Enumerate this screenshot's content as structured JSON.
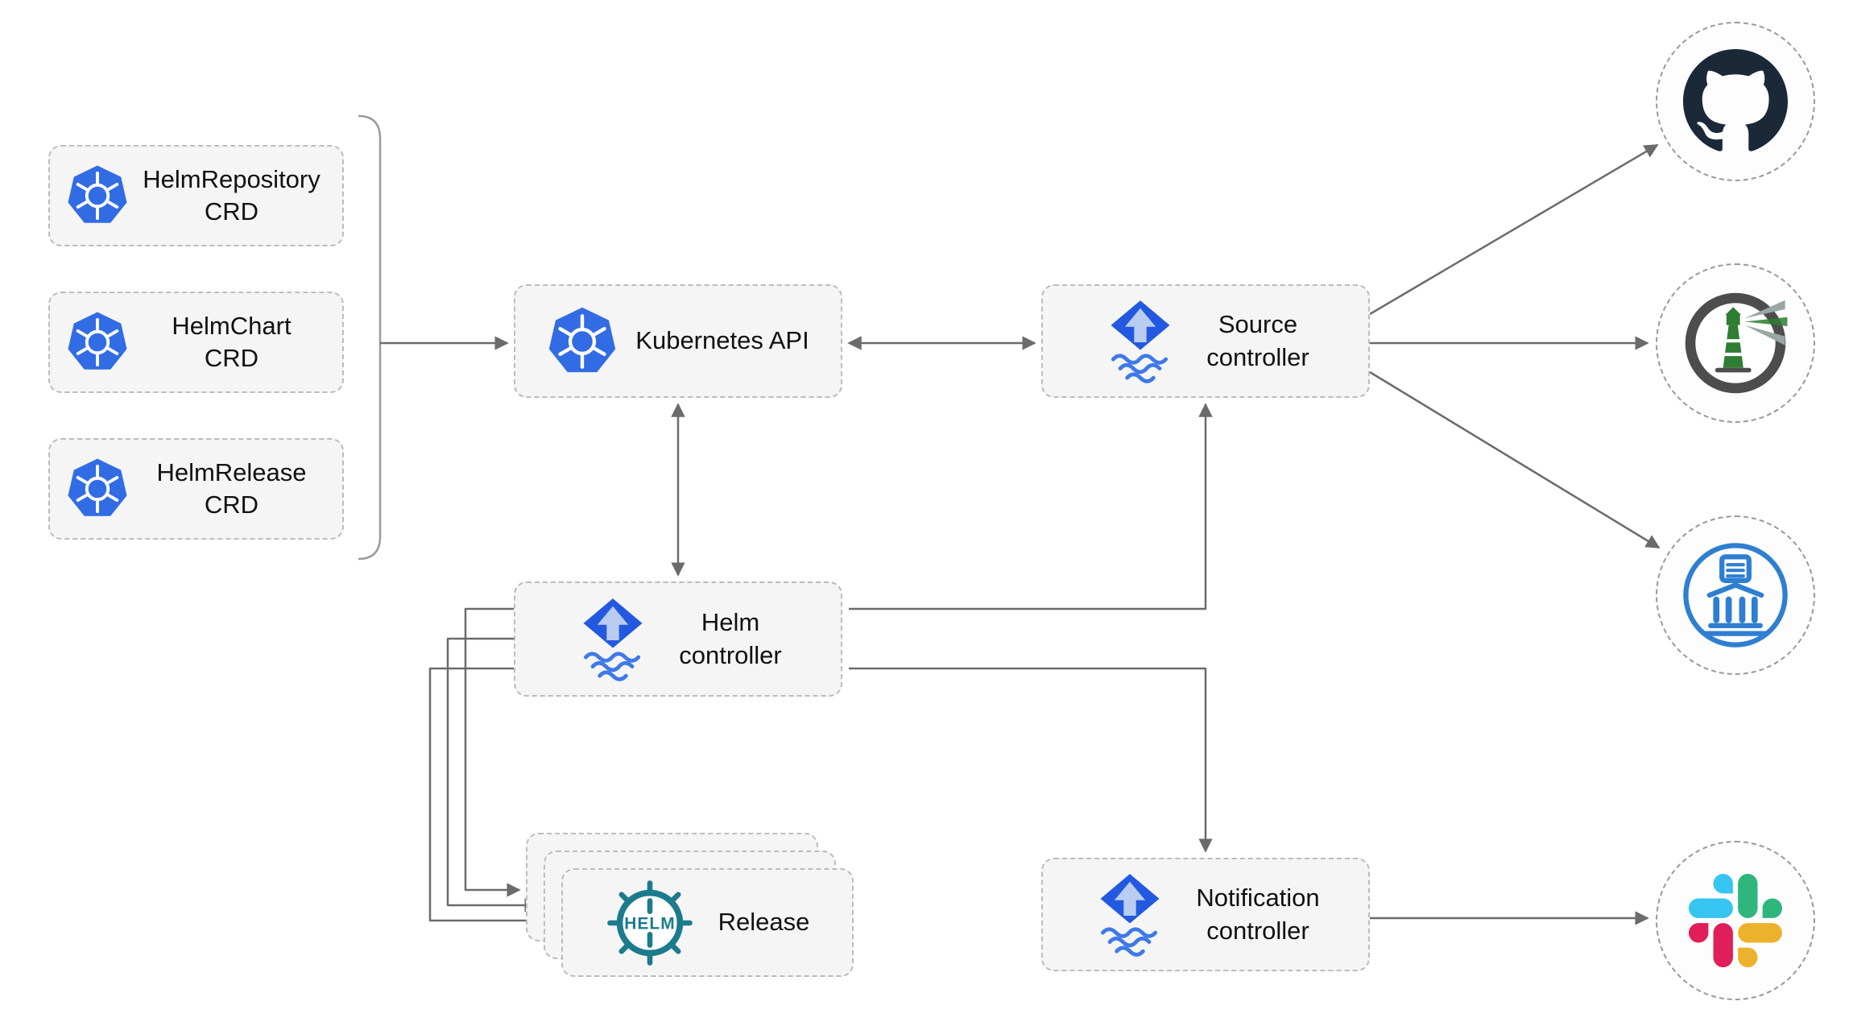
{
  "diagram": {
    "crd_boxes": [
      {
        "label": "HelmRepository\nCRD",
        "icon": "kubernetes-icon"
      },
      {
        "label": "HelmChart\nCRD",
        "icon": "kubernetes-icon"
      },
      {
        "label": "HelmRelease\nCRD",
        "icon": "kubernetes-icon"
      }
    ],
    "nodes": {
      "kubernetes_api": {
        "label": "Kubernetes API",
        "icon": "kubernetes-icon"
      },
      "source_controller": {
        "label": "Source\ncontroller",
        "icon": "flux-icon"
      },
      "helm_controller": {
        "label": "Helm\ncontroller",
        "icon": "flux-icon"
      },
      "notification_controller": {
        "label": "Notification\ncontroller",
        "icon": "flux-icon"
      },
      "release": {
        "label": "Release",
        "icon": "helm-icon",
        "helm_logo_text": "HELM"
      }
    },
    "external_endpoints": [
      {
        "icon": "github-icon"
      },
      {
        "icon": "lighthouse-registry-icon"
      },
      {
        "icon": "chartmuseum-icon"
      },
      {
        "icon": "slack-icon"
      }
    ],
    "colors": {
      "kubernetes_blue": "#326ce5",
      "flux_blue": "#2359e0",
      "flux_arrow_light": "#b9ccf1",
      "flux_wave": "#3f79e8",
      "helm_teal": "#1c7b8c",
      "github_dark": "#1b2838",
      "slack_blue": "#36C5F0",
      "slack_green": "#2EB67D",
      "slack_yellow": "#ECB22E",
      "slack_red": "#E01E5A",
      "lighthouse_gray": "#4d4d4d",
      "lighthouse_green": "#2e7d32",
      "museum_blue": "#2e7fd1",
      "arrow_gray": "#6b6b6b",
      "box_bg": "#f5f5f5",
      "box_border": "#bcbcbc",
      "circle_border": "#9a9a9a"
    }
  }
}
